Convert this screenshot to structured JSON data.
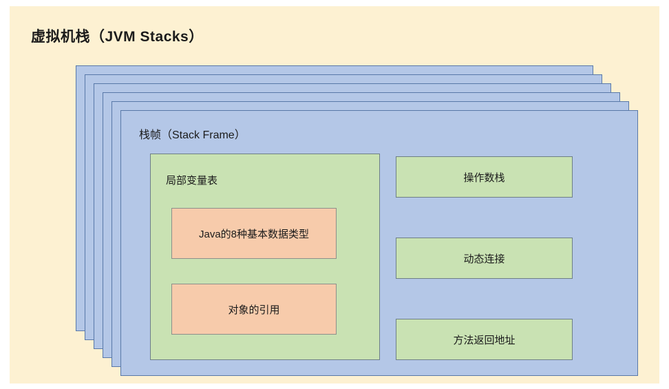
{
  "title": "虚拟机栈（JVM Stacks）",
  "colors": {
    "background": "#fdf1d2",
    "stack_layer_fill": "#b4c7e7",
    "stack_layer_border": "#5878a8",
    "green_fill": "#c9e2b3",
    "green_border": "#6e7f86",
    "orange_fill": "#f7cbab",
    "orange_border": "#8d8f8a",
    "text": "#1b1b1b"
  },
  "stack": {
    "layer_count": 6,
    "layers": [
      {
        "name": "stack-layer-1"
      },
      {
        "name": "stack-layer-2"
      },
      {
        "name": "stack-layer-3"
      },
      {
        "name": "stack-layer-4"
      },
      {
        "name": "stack-layer-5"
      },
      {
        "name": "stack-layer-6"
      }
    ]
  },
  "frame": {
    "title": "栈帧（Stack Frame）",
    "local_variable_table": {
      "label": "局部变量表",
      "items": [
        {
          "label": "Java的8种基本数据类型"
        },
        {
          "label": "对象的引用"
        }
      ]
    },
    "right_column": [
      {
        "label": "操作数栈"
      },
      {
        "label": "动态连接"
      },
      {
        "label": "方法返回地址"
      }
    ]
  }
}
